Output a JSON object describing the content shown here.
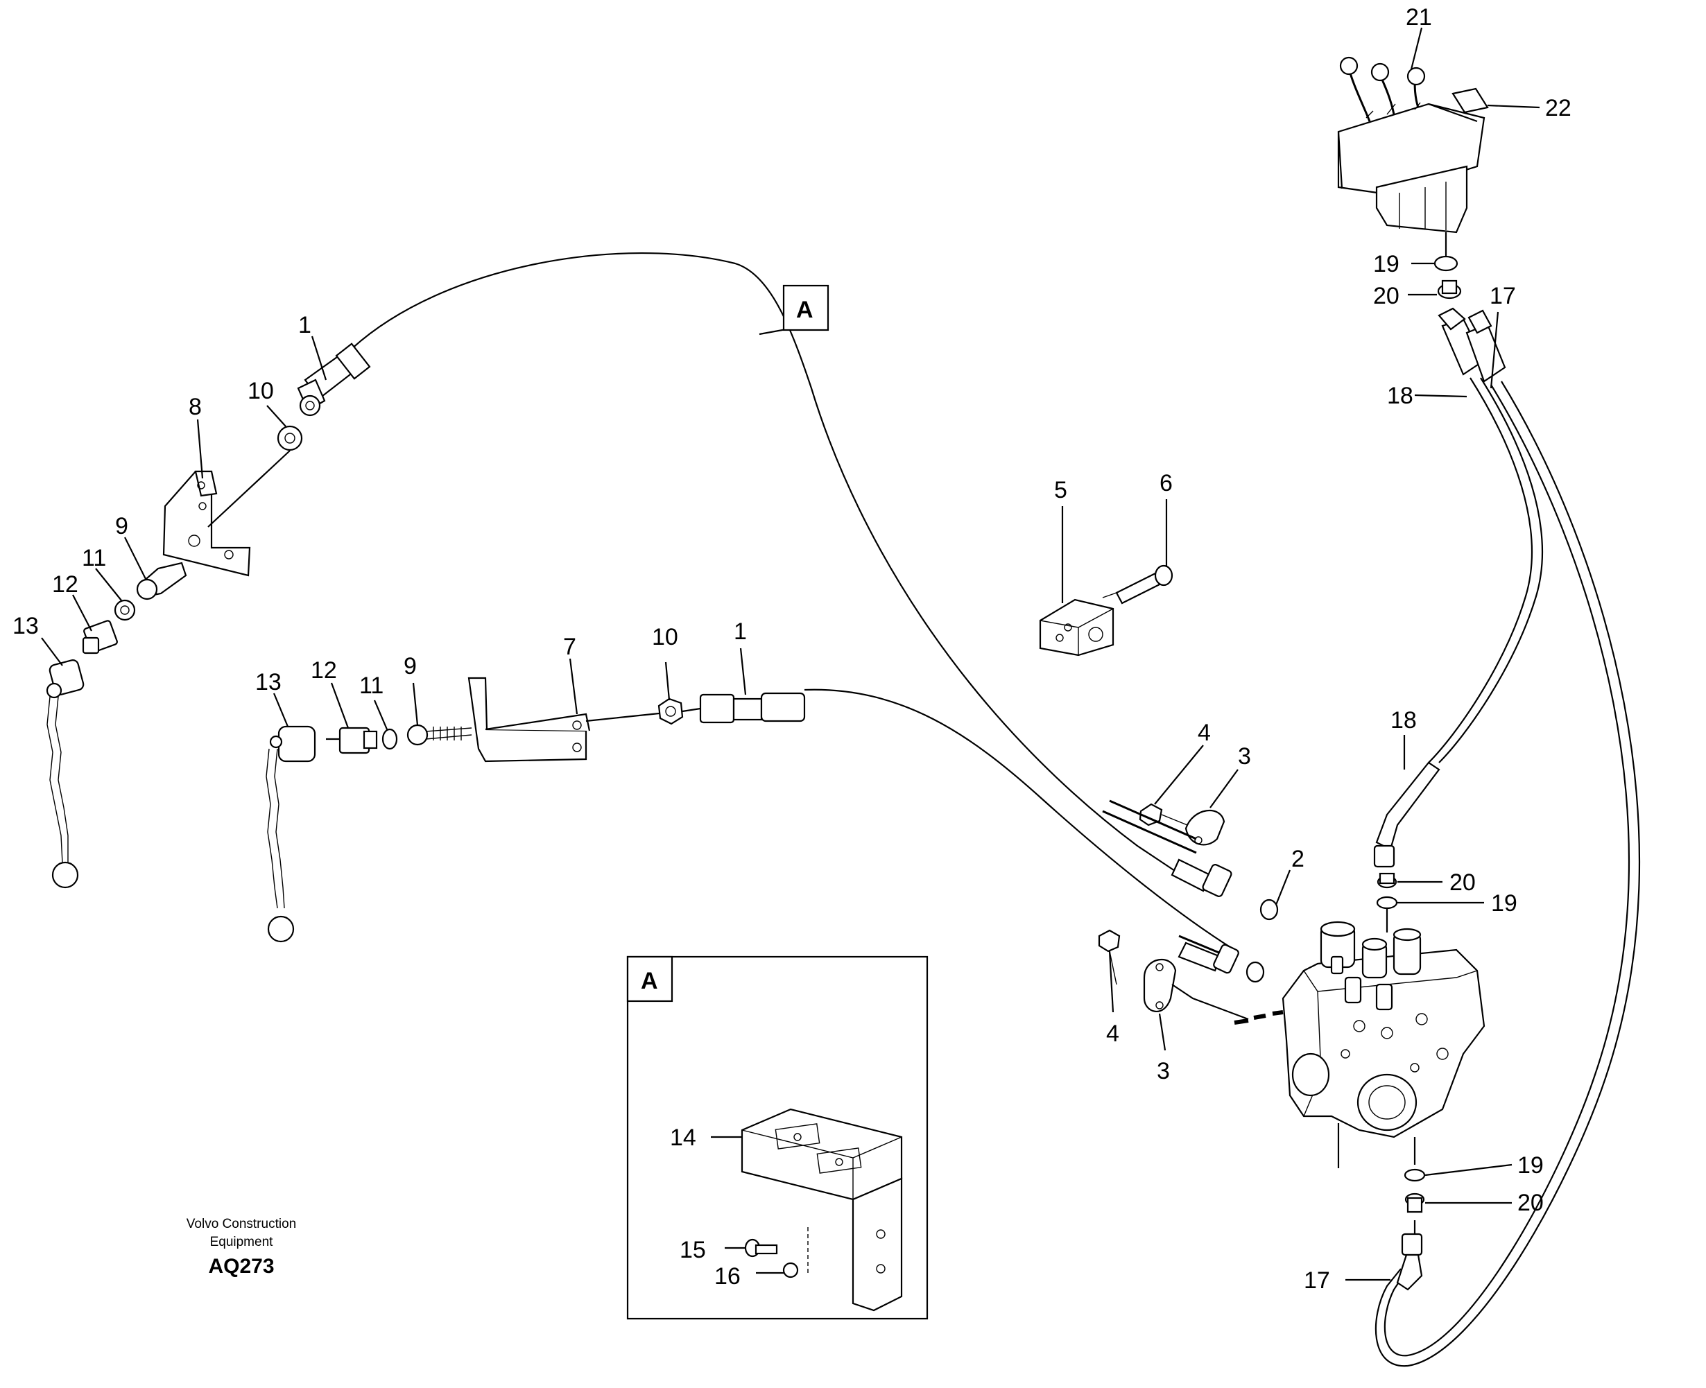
{
  "callouts": {
    "c1a": "1",
    "c10a": "10",
    "c8": "8",
    "c9a": "9",
    "c11a": "11",
    "c12a": "12",
    "c13a": "13",
    "c13b": "13",
    "c12b": "12",
    "c11b": "11",
    "c9b": "9",
    "c7": "7",
    "c10b": "10",
    "c1b": "1",
    "c5": "5",
    "c6": "6",
    "c4a": "4",
    "c3a": "3",
    "c2": "2",
    "c4b": "4",
    "c3b": "3",
    "c21": "21",
    "c22": "22",
    "c19a": "19",
    "c20a": "20",
    "c17a": "17",
    "c18a": "18",
    "c18b": "18",
    "c20b": "20",
    "c19b": "19",
    "c19c": "19",
    "c20c": "20",
    "c17b": "17",
    "c14": "14",
    "c15": "15",
    "c16": "16"
  },
  "view_marker": "A",
  "inset_marker": "A",
  "caption": {
    "line1": "Volvo Construction",
    "line2": "Equipment",
    "code": "AQ273"
  }
}
